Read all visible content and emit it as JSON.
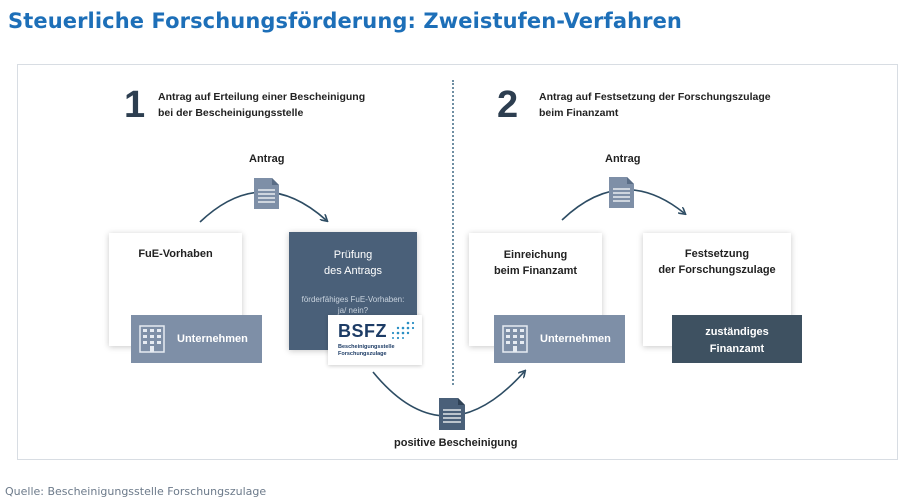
{
  "title": "Steuerliche Forschungsförderung: Zweistufen-Verfahren",
  "step1": {
    "number": "1",
    "line1": "Antrag auf Erteilung einer Bescheinigung",
    "line2": "bei der Bescheinigungsstelle",
    "antrag_label": "Antrag",
    "card_left_title": "FuE-Vorhaben",
    "org_label": "Unternehmen",
    "check_title_line1": "Prüfung",
    "check_title_line2": "des Antrags",
    "check_sub_line1": "förderfähiges FuE-Vorhaben:",
    "check_sub_line2": "ja/ nein?",
    "logo_text": "BSFZ",
    "logo_sub_line1": "Bescheinigungsstelle",
    "logo_sub_line2": "Forschungszulage"
  },
  "step2": {
    "number": "2",
    "line1": "Antrag auf Festsetzung der Forschungszulage",
    "line2": "beim Finanzamt",
    "antrag_label": "Antrag",
    "card_left_line1": "Einreichung",
    "card_left_line2": "beim Finanzamt",
    "org_label": "Unternehmen",
    "card_right_line1": "Festsetzung",
    "card_right_line2": "der Forschungszulage",
    "fa_line1": "zuständiges",
    "fa_line2": "Finanzamt"
  },
  "bottom_label": "positive Bescheinigung",
  "source": "Quelle: Bescheinigungsstelle Forschungszulage",
  "colors": {
    "title_blue": "#1d6fb8",
    "arrow": "#2d4c63",
    "dark_card": "#4a6079",
    "org_box": "#7e8fa7",
    "fa_box": "#3e5161"
  },
  "icons": [
    "document-icon",
    "building-icon",
    "arrow-icon"
  ]
}
